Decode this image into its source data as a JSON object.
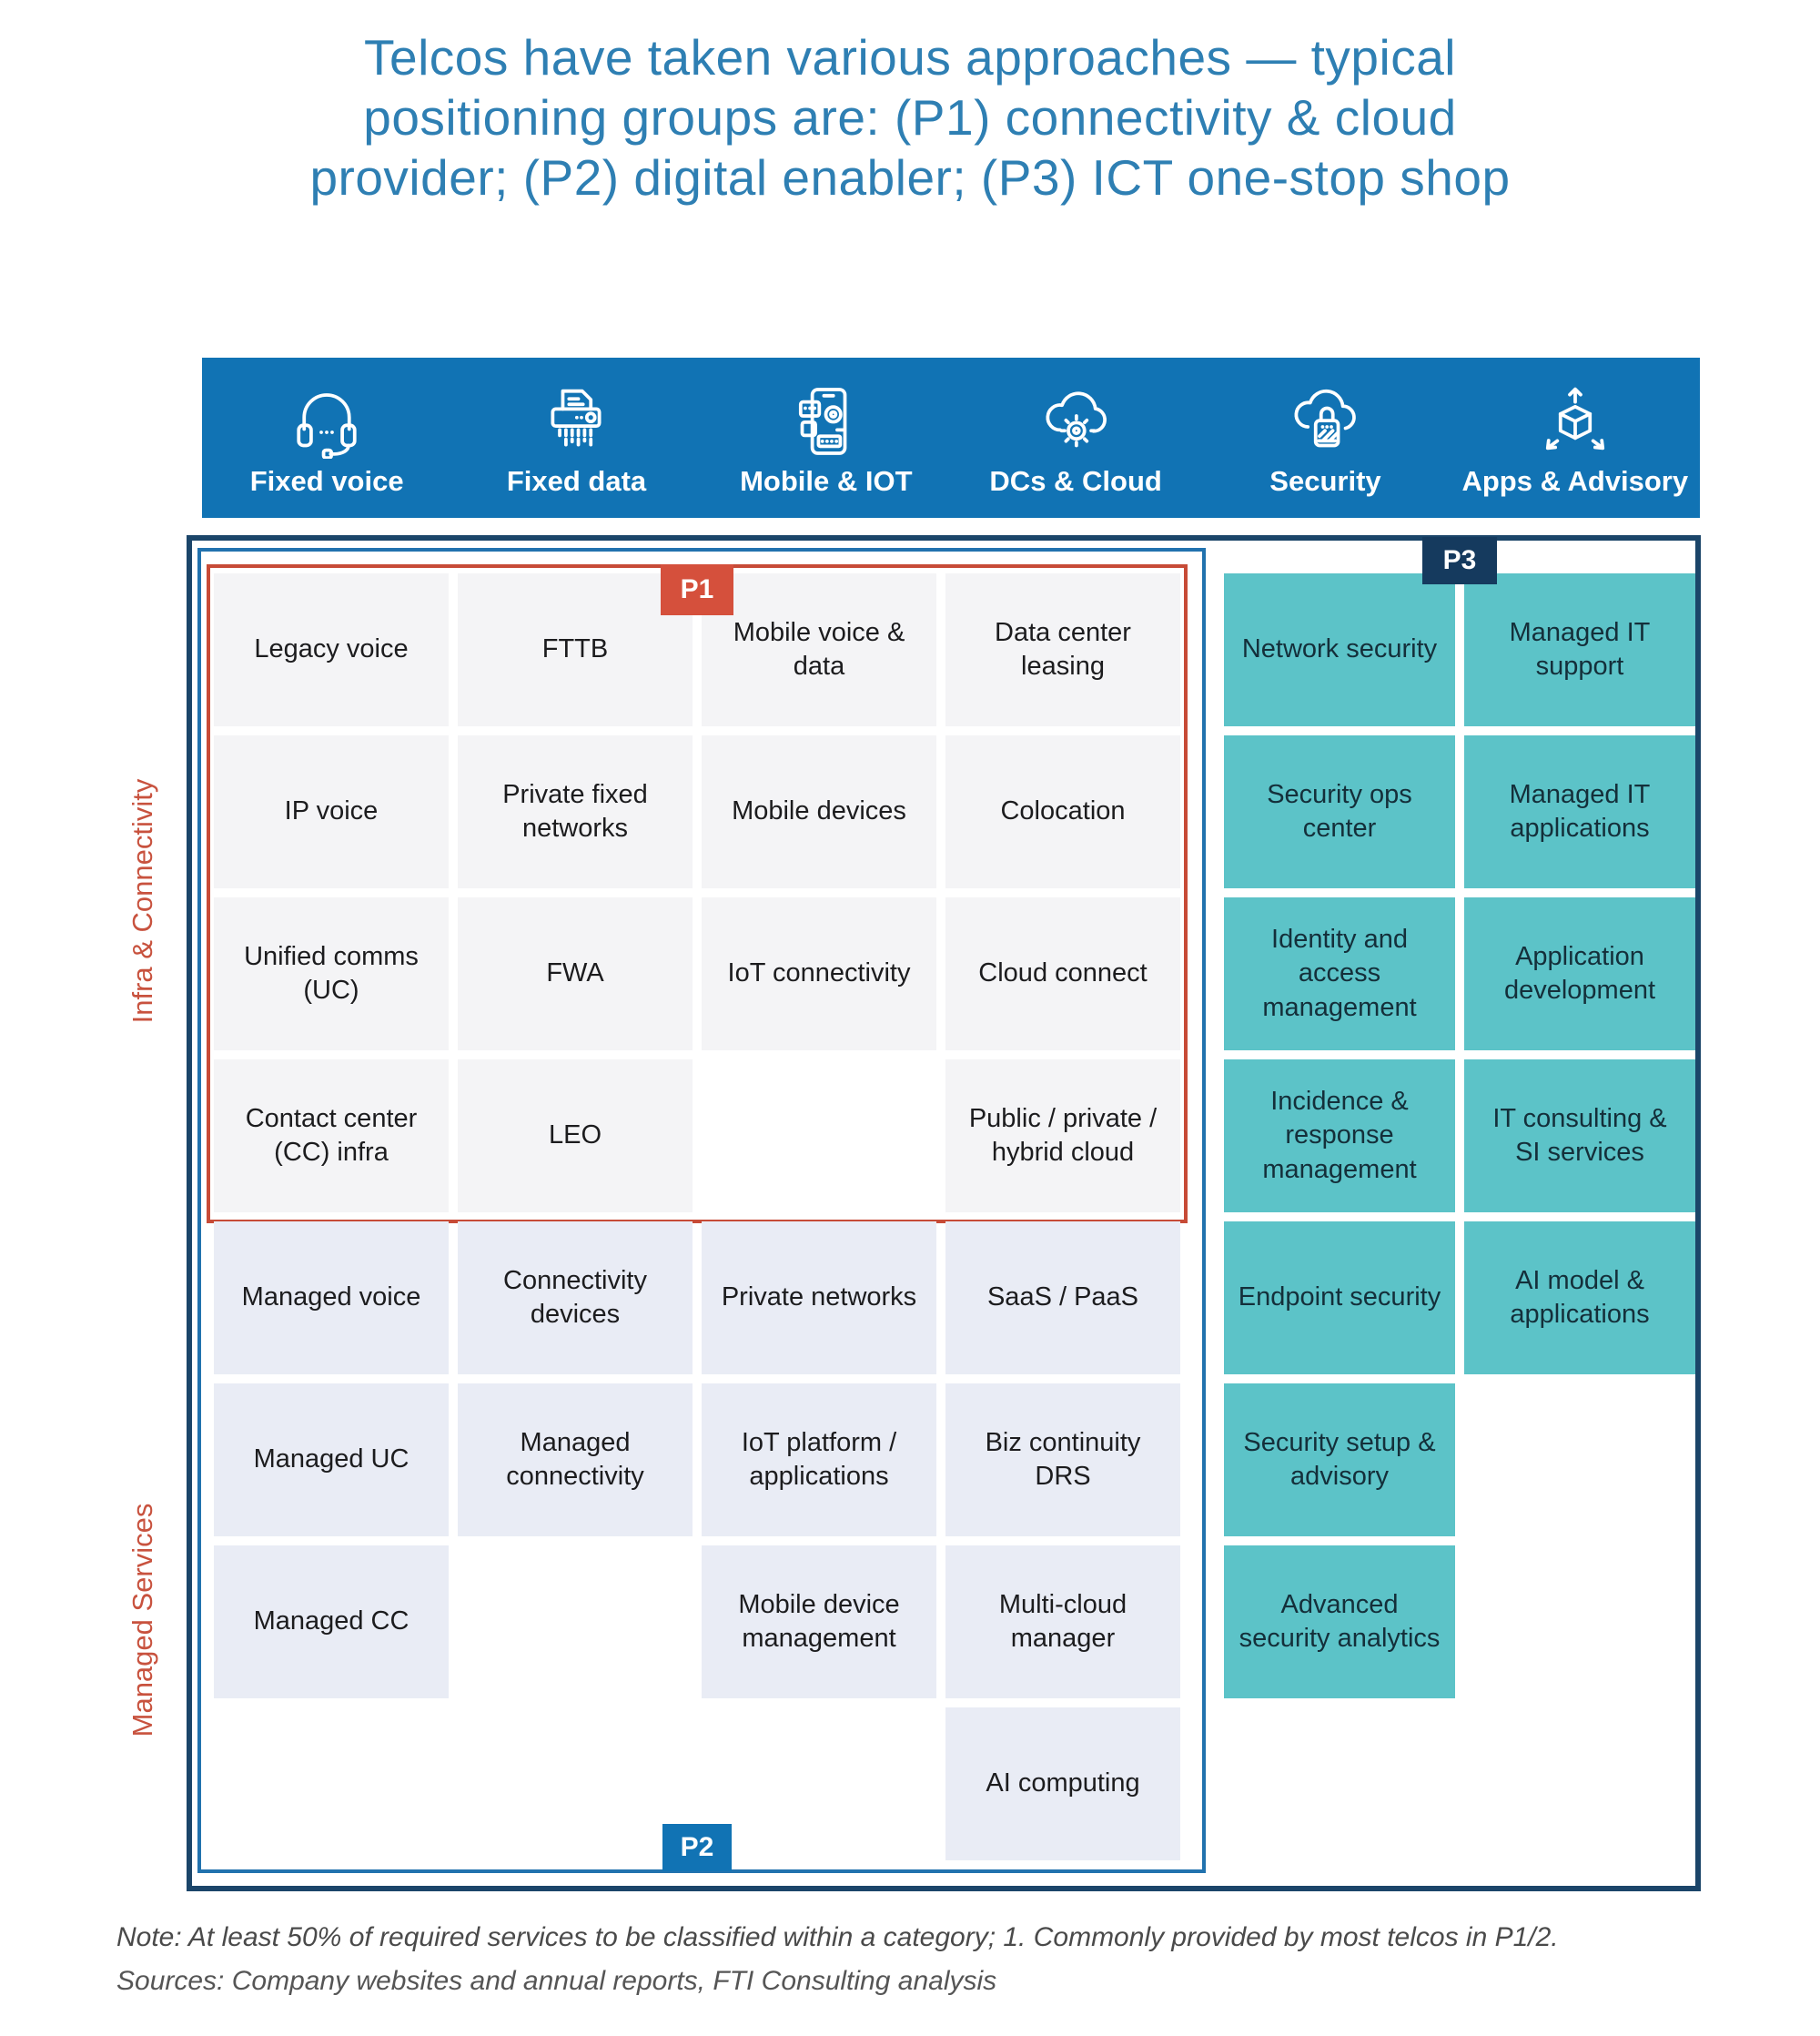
{
  "title": {
    "line1": "Telcos have taken various approaches — typical",
    "line2": "positioning groups are: (P1) connectivity & cloud",
    "line3": "provider; (P2) digital enabler; (P3) ICT one-stop shop"
  },
  "header": {
    "columns": [
      {
        "label": "Fixed voice",
        "icon": "headset-icon"
      },
      {
        "label": "Fixed data",
        "icon": "shredder-icon"
      },
      {
        "label": "Mobile & IOT",
        "icon": "mobile-apps-icon"
      },
      {
        "label": "DCs & Cloud",
        "icon": "cloud-gear-icon"
      },
      {
        "label": "Security",
        "icon": "cloud-lock-icon"
      },
      {
        "label": "Apps & Advisory",
        "icon": "box-arrows-icon"
      }
    ]
  },
  "labels": {
    "p1": "P1",
    "p2": "P2",
    "p3": "P3"
  },
  "row_groups": [
    {
      "label": "Infra & Connectivity"
    },
    {
      "label": "Managed Services"
    }
  ],
  "matrix": {
    "columns": [
      {
        "header": "Fixed voice",
        "cells": [
          {
            "row": 1,
            "label": "Legacy voice"
          },
          {
            "row": 2,
            "label": "IP voice"
          },
          {
            "row": 3,
            "label": "Unified comms (UC)"
          },
          {
            "row": 4,
            "label": "Contact center (CC) infra"
          },
          {
            "row": 5,
            "label": "Managed voice"
          },
          {
            "row": 6,
            "label": "Managed UC"
          },
          {
            "row": 7,
            "label": "Managed CC"
          }
        ]
      },
      {
        "header": "Fixed data",
        "cells": [
          {
            "row": 1,
            "label": "FTTB"
          },
          {
            "row": 2,
            "label": "Private fixed networks"
          },
          {
            "row": 3,
            "label": "FWA"
          },
          {
            "row": 4,
            "label": "LEO"
          },
          {
            "row": 5,
            "label": "Connectivity devices"
          },
          {
            "row": 6,
            "label": "Managed connectivity"
          }
        ]
      },
      {
        "header": "Mobile & IOT",
        "cells": [
          {
            "row": 1,
            "label": "Mobile voice & data"
          },
          {
            "row": 2,
            "label": "Mobile devices"
          },
          {
            "row": 3,
            "label": "IoT connectivity"
          },
          {
            "row": 5,
            "label": "Private networks"
          },
          {
            "row": 6,
            "label": "IoT platform / applications"
          },
          {
            "row": 7,
            "label": "Mobile device management"
          }
        ]
      },
      {
        "header": "DCs & Cloud",
        "cells": [
          {
            "row": 1,
            "label": "Data center leasing"
          },
          {
            "row": 2,
            "label": "Colocation"
          },
          {
            "row": 3,
            "label": "Cloud connect"
          },
          {
            "row": 4,
            "label": "Public / private / hybrid cloud"
          },
          {
            "row": 5,
            "label": "SaaS / PaaS"
          },
          {
            "row": 6,
            "label": "Biz continuity DRS"
          },
          {
            "row": 7,
            "label": "Multi-cloud manager"
          },
          {
            "row": 8,
            "label": "AI computing"
          }
        ]
      },
      {
        "header": "Security",
        "cells": [
          {
            "row": 1,
            "label": "Network security"
          },
          {
            "row": 2,
            "label": "Security ops center"
          },
          {
            "row": 3,
            "label": "Identity and access management"
          },
          {
            "row": 4,
            "label": "Incidence & response management"
          },
          {
            "row": 5,
            "label": "Endpoint security"
          },
          {
            "row": 6,
            "label": "Security setup & advisory"
          },
          {
            "row": 7,
            "label": "Advanced security analytics"
          }
        ]
      },
      {
        "header": "Apps & Advisory",
        "cells": [
          {
            "row": 1,
            "label": "Managed IT support"
          },
          {
            "row": 2,
            "label": "Managed IT applications"
          },
          {
            "row": 3,
            "label": "Application development"
          },
          {
            "row": 4,
            "label": "IT consulting & SI services"
          },
          {
            "row": 5,
            "label": "AI model & applications"
          }
        ]
      }
    ]
  },
  "notes": {
    "note": "Note: At least 50% of required services to be classified within a category; 1. Commonly provided by most telcos in P1/2.",
    "sources": "Sources: Company websites and annual reports, FTI Consulting analysis"
  },
  "colors": {
    "title_blue": "#2e7fb3",
    "header_blue": "#1173b4",
    "navy": "#1b4569",
    "p2_blue": "#2172ae",
    "p1_red": "#c74b37",
    "p1_label": "#d5503c",
    "p3_navy": "#153a5e",
    "teal": "#5cc3c8",
    "cell_gray": "#f4f4f6",
    "cell_lavender": "#e9ecf5",
    "group_red": "#c8523e"
  }
}
